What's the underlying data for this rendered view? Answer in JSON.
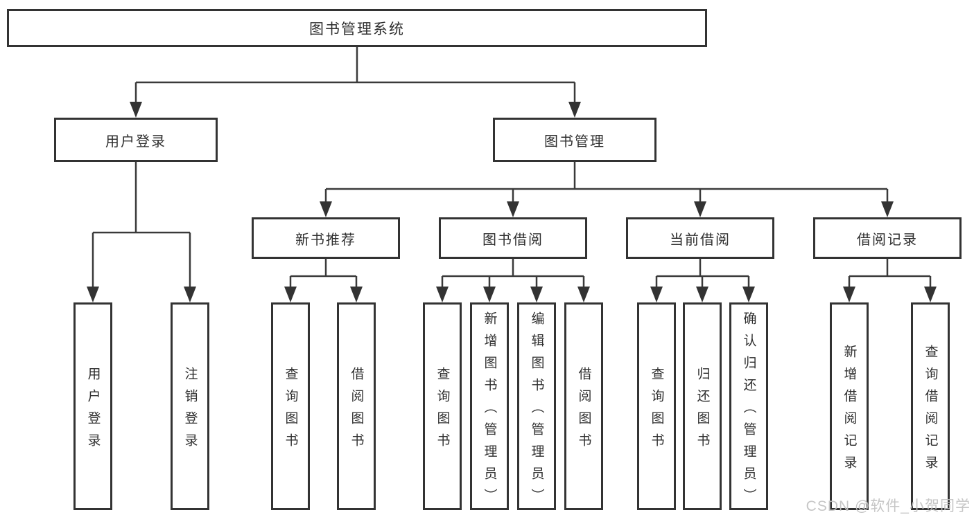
{
  "diagram_type": "tree",
  "colors": {
    "background": "#ffffff",
    "line": "#3a3a3a",
    "box_border": "#333333",
    "text": "#2e2e2e",
    "watermark": "#c3c3c3"
  },
  "tree": {
    "label": "图书管理系统",
    "children": [
      {
        "label": "用户登录",
        "children": [
          {
            "label": "用户登录"
          },
          {
            "label": "注销登录"
          }
        ]
      },
      {
        "label": "图书管理",
        "children": [
          {
            "label": "新书推荐",
            "children": [
              {
                "label": "查询图书"
              },
              {
                "label": "借阅图书"
              }
            ]
          },
          {
            "label": "图书借阅",
            "children": [
              {
                "label": "查询图书"
              },
              {
                "label": "新增图书（管理员）"
              },
              {
                "label": "编辑图书（管理员）"
              },
              {
                "label": "借阅图书"
              }
            ]
          },
          {
            "label": "当前借阅",
            "children": [
              {
                "label": "查询图书"
              },
              {
                "label": "归还图书"
              },
              {
                "label": "确认归还（管理员）"
              }
            ]
          },
          {
            "label": "借阅记录",
            "children": [
              {
                "label": "新增借阅记录"
              },
              {
                "label": "查询借阅记录"
              }
            ]
          }
        ]
      }
    ]
  },
  "watermark": {
    "text": "CSDN @软件_小贺同学"
  }
}
